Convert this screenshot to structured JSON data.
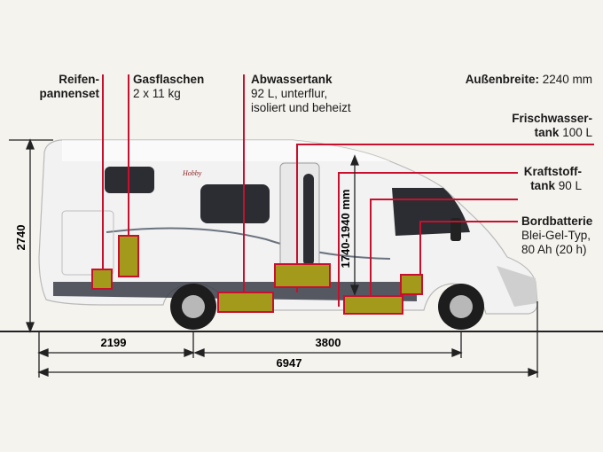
{
  "labels": {
    "reifen_title": "Reifen-\npannenset",
    "gas_title": "Gasflaschen",
    "gas_detail": "2 x 11 kg",
    "abwasser_title": "Abwassertank",
    "abwasser_detail_1": "92 L, unterflur,",
    "abwasser_detail_2": "isoliert und beheizt",
    "aussenbreite_title": "Außenbreite:",
    "aussenbreite_value": "2240 mm",
    "frisch_title_1": "Frischwasser-",
    "frisch_title_2": "tank",
    "frisch_value": "100 L",
    "kraft_title_1": "Kraftstoff-",
    "kraft_title_2": "tank",
    "kraft_value": "90 L",
    "bord_title": "Bordbatterie",
    "bord_detail_1": "Blei-Gel-Typ,",
    "bord_detail_2": "80 Ah (20 h)"
  },
  "dimensions": {
    "height": "2740",
    "interior_height": "1740-1940 mm",
    "rear_overhang": "2199",
    "wheelbase": "3800",
    "total_length": "6947"
  },
  "vehicle_branding": "Hobby",
  "colors": {
    "marker_red": "#c8102e",
    "box_olive": "#a39a1c",
    "dimension_line": "#222222"
  }
}
